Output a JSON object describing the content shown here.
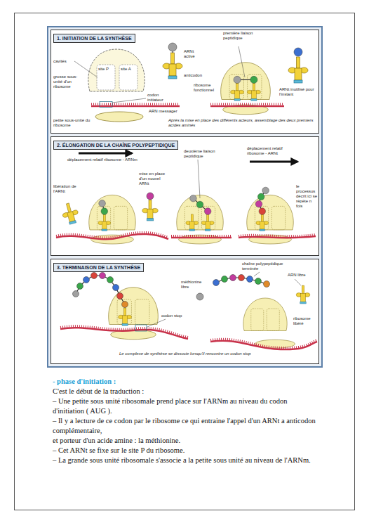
{
  "diagram": {
    "nodes": [
      {
        "text": [
          "1. INITIATION DE LA SYNTHÈSE"
        ]
      },
      {
        "text": [
          "2. ÉLONGATION DE LA CHAÎNE POLYPEPTIDIQUE"
        ]
      },
      {
        "text": [
          "3. TERMINAISON DE LA SYNTHÈSE"
        ]
      }
    ],
    "labels": [
      "cavités",
      "site P",
      "site A",
      "grosse sous-unité d'un ribosome",
      "codon initiateur",
      "ARNt activé",
      "anticodon",
      "ARN messager",
      "petite sous-unité du ribosome",
      "Après la mise en place des différents acteurs, assemblage des deux premiers acides aminés",
      "première liaison peptidique",
      "ribosome fonctionnel",
      "ARNt inutilisé pour l'instant",
      "déplacement relatif ribosome - ARNm",
      "libération de l'ARNt",
      "mise en place d'un nouvel ARNt",
      "deuxième liaison peptidique",
      "déplacement relatif ribosome - ARNt",
      "le processus décrit ici se répète n fois",
      "chaîne polypeptidique terminée",
      "ARN libre",
      "méthionine libre",
      "codon stop",
      "ribosome libéré",
      "Le complexe de synthèse se dissocie lorsqu'il rencontre un codon stop",
      "- phase d'initiation :",
      "C'est le début de la traduction :",
      "– Une petite sous unité ribosomale prend place sur l'ARNm au niveau du codon d'initiation ( AUG ).",
      "– Il y a lecture de ce codon par le ribosome ce qui entraine l'appel d'un ARNt a anticodon complémentaire,",
      "et porteur d'un acide amine : la méthionine.",
      "– Cet ARNt se fixe sur le site P du ribosome.",
      "– La grande sous unité ribosomale s'associe a la petite sous unité au niveau de l'ARNm."
    ]
  }
}
